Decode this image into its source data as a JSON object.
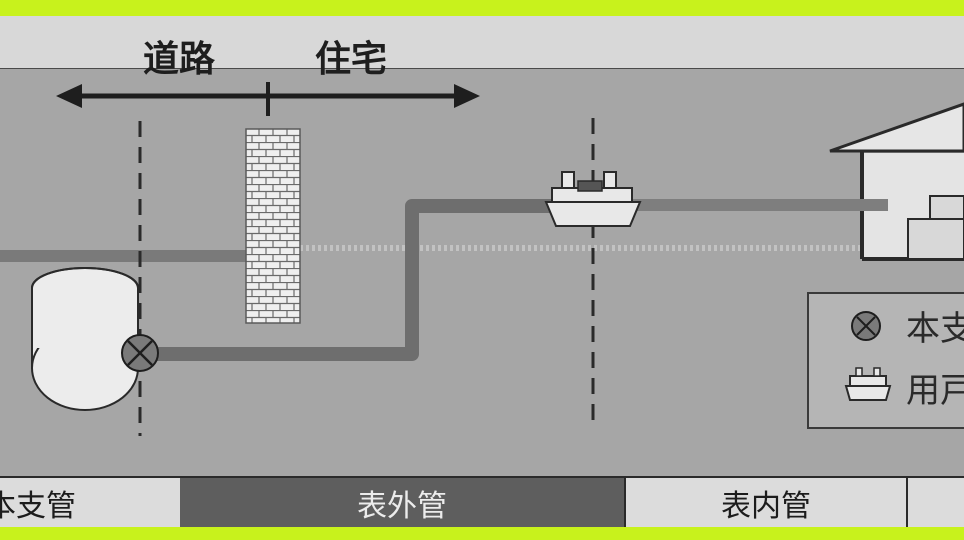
{
  "labels": {
    "road": "道路",
    "residence": "住宅"
  },
  "legend": {
    "items": [
      {
        "icon": "stop-valve-icon",
        "label": "本支"
      },
      {
        "icon": "water-meter-icon",
        "label": "用戸"
      }
    ]
  },
  "sections": {
    "main": "本支管",
    "outer": "表外管",
    "inner": "表内管"
  }
}
